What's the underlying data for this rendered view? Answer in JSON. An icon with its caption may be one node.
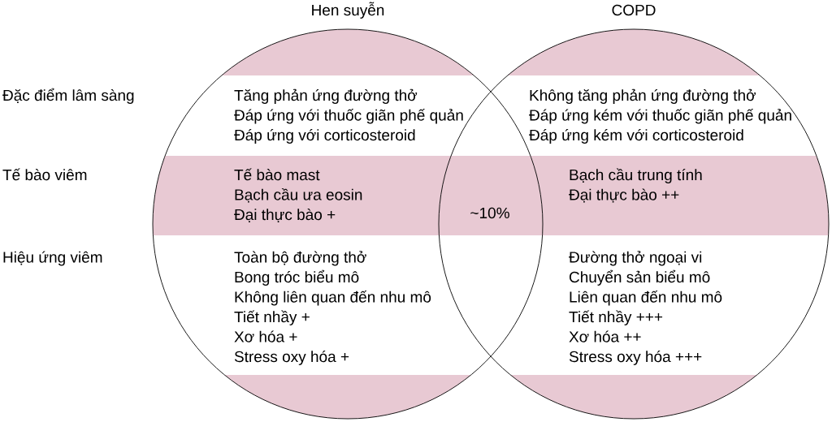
{
  "diagram": {
    "nodes": [
      {
        "text": [
          "Hen suyễn",
          "Tăng phản ứng đường thở",
          "Đáp ứng với thuốc giãn phế quản",
          "Đáp ứng với corticosteroid",
          "Tế bào mast",
          "Bạch cầu ưa eosin",
          "Đại thực bào +",
          "Toàn bộ đường thở",
          "Bong tróc biểu mô",
          "Không liên quan đến nhu mô",
          "Tiết nhầy +",
          "Xơ hóa +",
          "Stress oxy hóa +"
        ]
      },
      {
        "text": [
          "COPD",
          "Không tăng phản ứng đường thở",
          "Đáp ứng kém với thuốc giãn phế quản",
          "Đáp ứng kém với corticosteroid",
          "Bạch cầu trung tính",
          "Đại thực bào ++",
          "Đường thở ngoại vi",
          "Chuyển sản biểu mô",
          "Liên quan đến nhu mô",
          "Tiết nhầy +++",
          "Xơ hóa ++",
          "Stress oxy hóa +++"
        ]
      },
      {
        "text": [],
        "shape": "band"
      },
      {
        "text": [],
        "shape": "band"
      }
    ],
    "labels": [
      "Đặc điểm lâm sàng",
      "Tế bào viêm",
      "~10%",
      "Hiệu ứng viêm"
    ]
  }
}
